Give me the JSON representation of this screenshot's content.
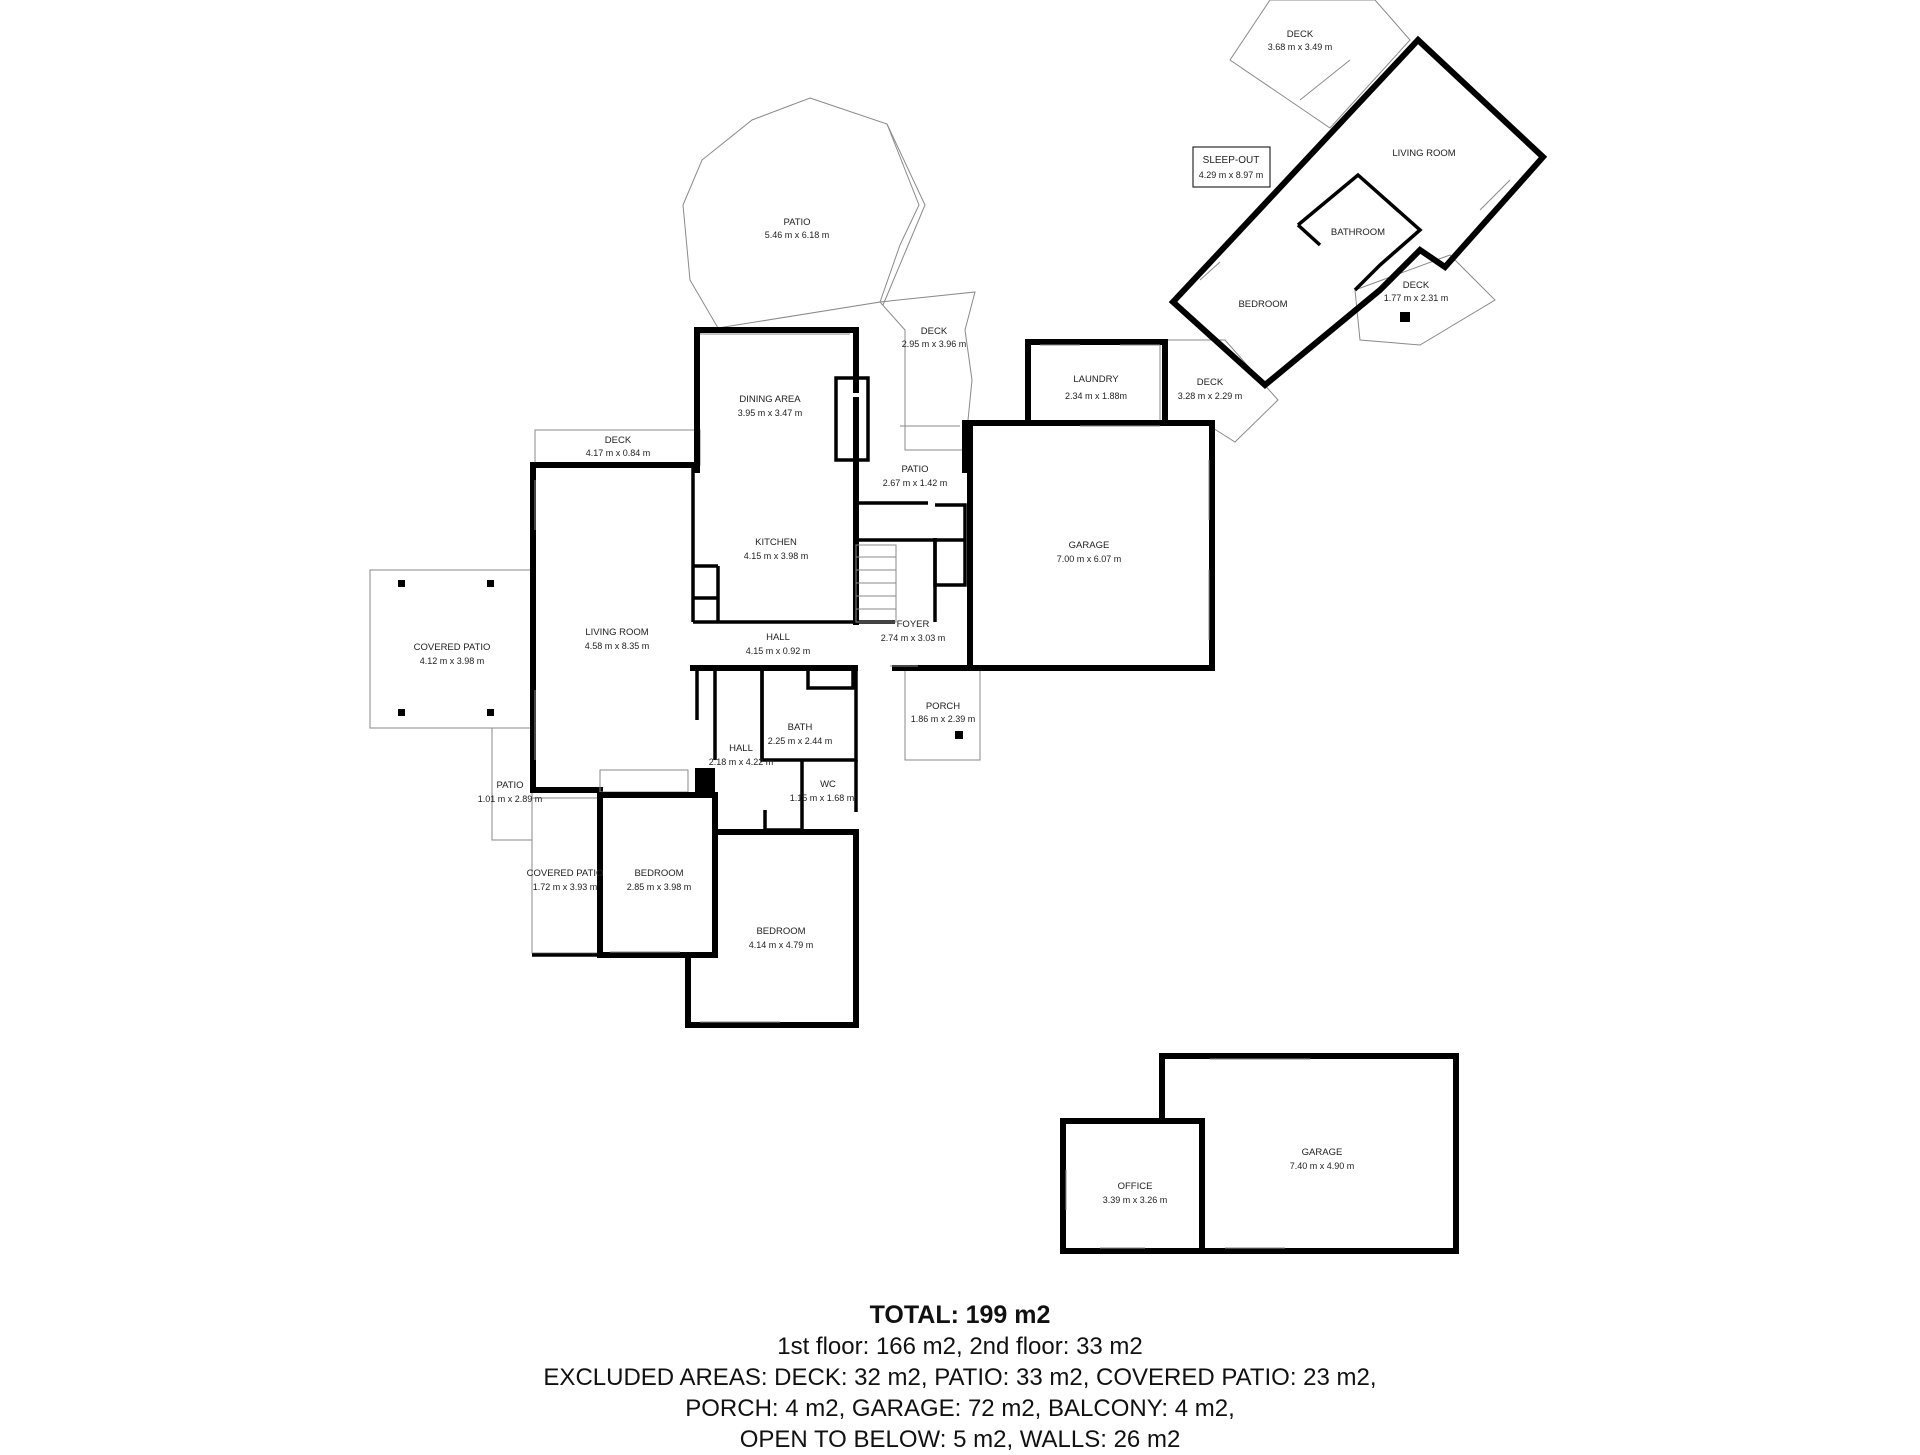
{
  "rooms": {
    "deck_top": {
      "name": "DECK",
      "dims": "3.68 m x 3.49 m"
    },
    "sleepout": {
      "name": "SLEEP-OUT",
      "dims": "4.29 m x 8.97 m"
    },
    "sleepout_living": {
      "name": "LIVING ROOM"
    },
    "sleepout_bathroom": {
      "name": "BATHROOM"
    },
    "sleepout_bedroom": {
      "name": "BEDROOM"
    },
    "sleepout_deck": {
      "name": "DECK",
      "dims": "1.77 m x 2.31 m"
    },
    "patio_top": {
      "name": "PATIO",
      "dims": "5.46 m x 6.18 m"
    },
    "deck_mid": {
      "name": "DECK",
      "dims": "2.95 m x 3.96 m"
    },
    "laundry": {
      "name": "LAUNDRY",
      "dims": "2.34 m x 1.88m"
    },
    "deck_laundry": {
      "name": "DECK",
      "dims": "3.28 m x 2.29 m"
    },
    "dining": {
      "name": "DINING AREA",
      "dims": "3.95 m x 3.47 m"
    },
    "deck_left": {
      "name": "DECK",
      "dims": "4.17 m x 0.84 m"
    },
    "patio_small": {
      "name": "PATIO",
      "dims": "2.67 m x 1.42 m"
    },
    "kitchen": {
      "name": "KITCHEN",
      "dims": "4.15 m x 3.98 m"
    },
    "garage_main": {
      "name": "GARAGE",
      "dims": "7.00 m x 6.07 m"
    },
    "covered_patio_left": {
      "name": "COVERED PATIO",
      "dims": "4.12 m x 3.98 m"
    },
    "living": {
      "name": "LIVING ROOM",
      "dims": "4.58 m x 8.35 m"
    },
    "hall_top": {
      "name": "HALL",
      "dims": "4.15 m x 0.92 m"
    },
    "foyer": {
      "name": "FOYER",
      "dims": "2.74 m x 3.03 m"
    },
    "porch": {
      "name": "PORCH",
      "dims": "1.86 m x 2.39 m"
    },
    "bath": {
      "name": "BATH",
      "dims": "2.25 m x 2.44 m"
    },
    "hall_side": {
      "name": "HALL",
      "dims": "2.18 m x 4.22 m"
    },
    "wc": {
      "name": "WC",
      "dims": "1.15 m x 1.68 m"
    },
    "patio_side": {
      "name": "PATIO",
      "dims": "1.01 m x 2.89 m"
    },
    "covered_patio_small": {
      "name": "COVERED PATIO",
      "dims": "1.72 m x 3.93 m"
    },
    "bedroom_small": {
      "name": "BEDROOM",
      "dims": "2.85 m x 3.98 m"
    },
    "bedroom_large": {
      "name": "BEDROOM",
      "dims": "4.14 m x 4.79 m"
    },
    "office": {
      "name": "OFFICE",
      "dims": "3.39 m x 3.26 m"
    },
    "garage_detached": {
      "name": "GARAGE",
      "dims": "7.40 m x 4.90 m"
    }
  },
  "summary": {
    "total_label": "TOTAL:",
    "total_value": "199 m2",
    "line1": "1st floor: 166 m2, 2nd floor: 33 m2",
    "line2": "EXCLUDED AREAS: DECK: 32 m2, PATIO: 33 m2, COVERED PATIO: 23 m2,",
    "line3": "PORCH: 4 m2, GARAGE: 72 m2, BALCONY: 4 m2,",
    "line4": "OPEN TO BELOW: 5 m2, WALLS: 26 m2"
  }
}
